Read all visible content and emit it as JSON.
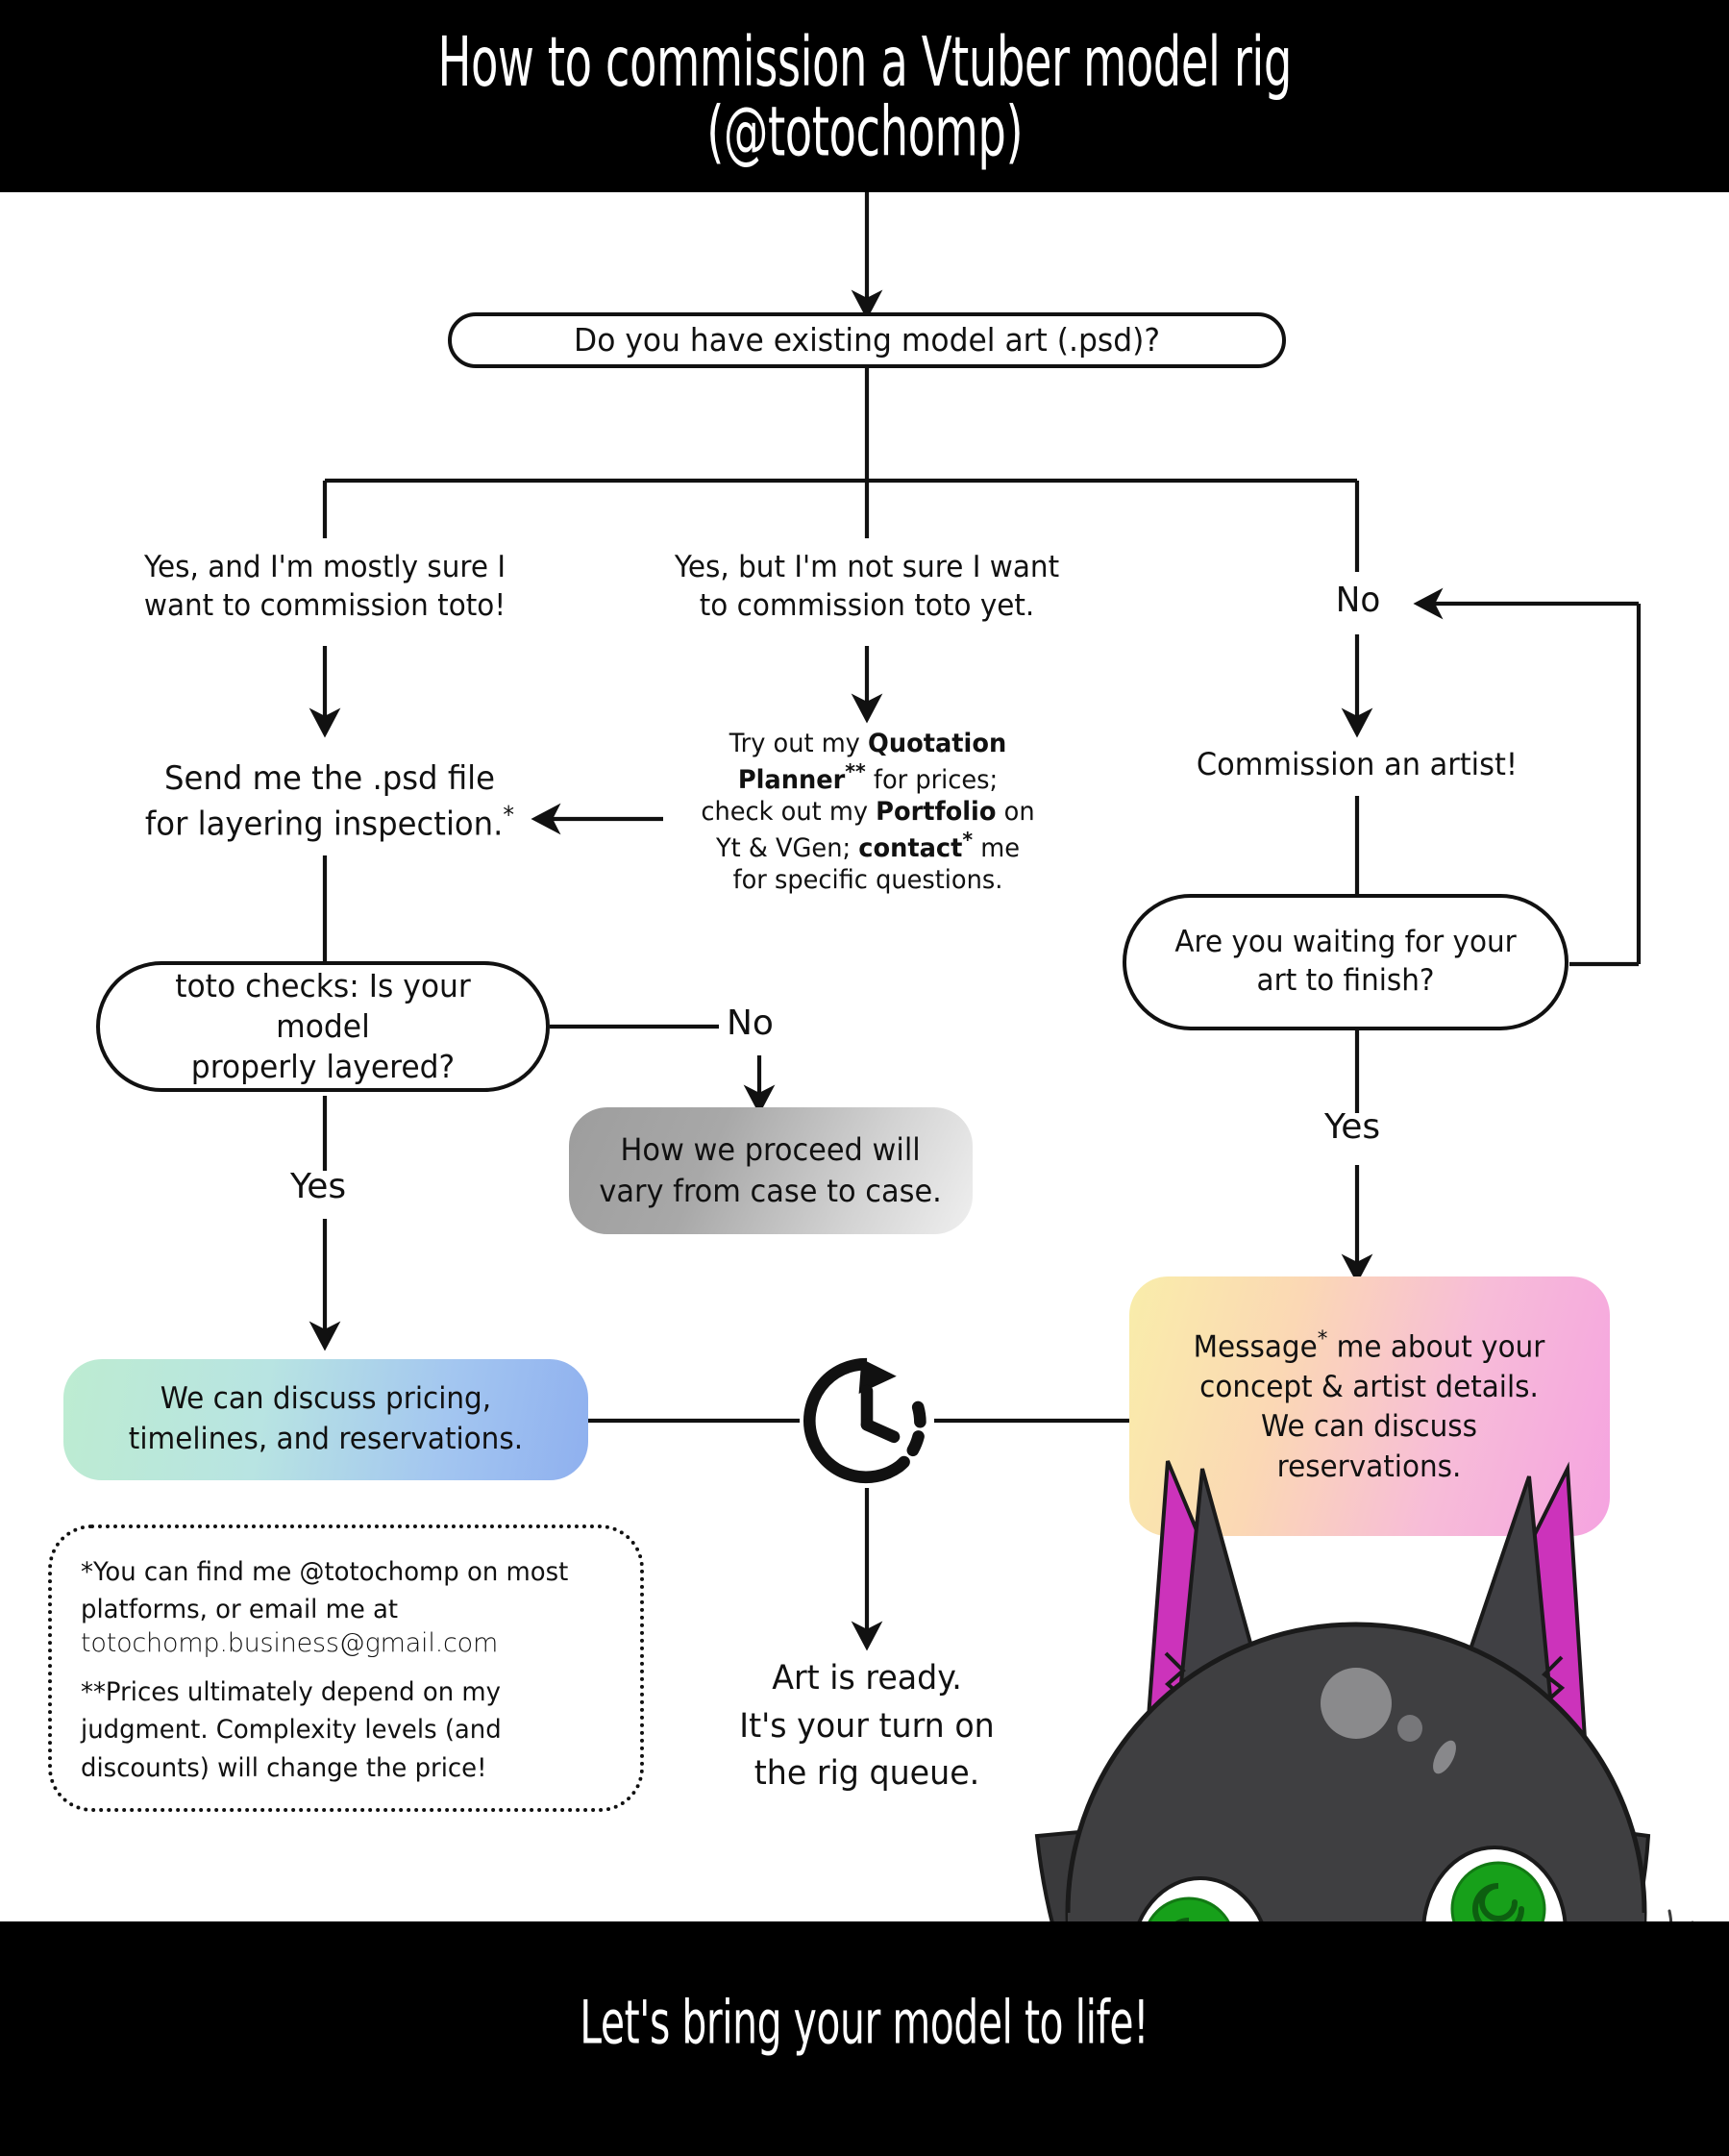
{
  "header": {
    "title_line1": "How to commission a Vtuber model rig",
    "title_line2": "(@totochomp)"
  },
  "footer": {
    "title": "Let's bring your model to life!"
  },
  "flow": {
    "start_question": "Do you have existing model art (.psd)?",
    "branches": {
      "left_label_line1": "Yes, and I'm mostly sure I",
      "left_label_line2": "want to commission toto!",
      "mid_label_line1": "Yes, but I'm not sure I want",
      "mid_label_line2": "to commission toto yet.",
      "right_label": "No"
    },
    "mid_advice": {
      "line1_plain_a": "Try out my ",
      "line1_bold": "Quotation",
      "line2_bold": "Planner",
      "line2_sup": "**",
      "line2_plain": " for prices;",
      "line3_plain_a": "check out my ",
      "line3_bold": "Portfolio",
      "line3_plain_b": " on",
      "line4_plain_a": "Yt & VGen; ",
      "line4_bold": "contact",
      "line4_sup": "*",
      "line4_plain_b": " me",
      "line5_plain": "for specific questions."
    },
    "send_psd": {
      "line1": "Send me the .psd file",
      "line2": "for layering inspection.",
      "sup": "*"
    },
    "toto_checks": {
      "line1": "toto checks: Is your model",
      "line2": "properly layered?"
    },
    "check_no_label": "No",
    "check_yes_label": "Yes",
    "case_by_case": {
      "line1": "How we proceed will",
      "line2": "vary from case to case."
    },
    "commission_artist": "Commission an artist!",
    "waiting_question": {
      "line1": "Are you waiting for your",
      "line2": "art to finish?"
    },
    "waiting_yes_label": "Yes",
    "pricing_box": {
      "line1": "We can discuss pricing,",
      "line2": "timelines, and reservations."
    },
    "message_box": {
      "line1_a": "Message",
      "line1_sup": "*",
      "line1_b": " me about your",
      "line2": "concept & artist details.",
      "line3": "We can discuss",
      "line4": "reservations."
    },
    "art_ready": {
      "line1": "Art is ready.",
      "line2": "It's your turn on",
      "line3": "the rig queue."
    },
    "clock_icon_name": "clock-waiting-icon"
  },
  "footnotes": {
    "one_line1": "*You can find me @totochomp on most",
    "one_line2": "platforms, or email me at",
    "one_email": "totochomp.business@gmail.com",
    "two_line1": "**Prices ultimately depend on my",
    "two_line2": "judgment. Complexity levels (and",
    "two_line3": "discounts) will change the price!"
  },
  "colors": {
    "banner_bg": "#000000",
    "banner_text": "#ffffff",
    "line": "#111111",
    "gray_box_from": "#9d9d9d",
    "gray_box_to": "#efefef",
    "pricing_from": "#bdecd1",
    "pricing_to": "#8fb0ef",
    "message_from": "#f9edaa",
    "message_to": "#f5a3e0",
    "mascot_body": "#3f3f41",
    "mascot_ear_inner": "#cc33bb",
    "mascot_eye_green": "#17a01a",
    "mascot_mouth_green": "#1e9e2c"
  }
}
